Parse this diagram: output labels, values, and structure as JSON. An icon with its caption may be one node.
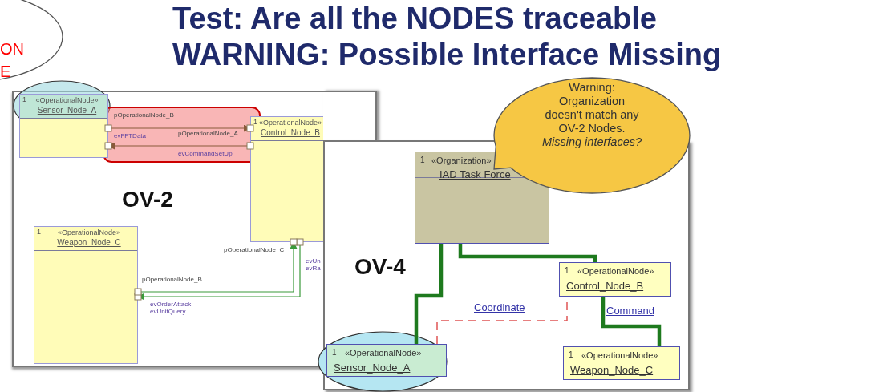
{
  "diagram": {
    "title": "Test: Are all the NODES traceable",
    "nodes": [
      {
        "text": [
          "ON",
          "E"
        ]
      },
      {
        "text": [
          "OV-2"
        ]
      },
      {
        "text": [
          "1",
          "«OperationalNode»",
          "Sensor_Node_A"
        ],
        "in": 1
      },
      {
        "text": [
          "1",
          "«OperationalNode»",
          "Control_Node_B"
        ],
        "in": 1
      },
      {
        "text": [
          "1",
          "«OperationalNode»",
          "Weapon_Node_C"
        ],
        "in": 1
      },
      {
        "text": [
          "OV-4"
        ]
      },
      {
        "text": [
          "1",
          "«Organization»",
          "IAD Task Force"
        ],
        "in": 5
      },
      {
        "text": [
          "1",
          "«OperationalNode»",
          "Control_Node_B"
        ],
        "in": 5
      },
      {
        "text": [
          "1",
          "«OperationalNode»",
          "Sensor_Node_A"
        ],
        "in": 5
      },
      {
        "text": [
          "1",
          "«OperationalNode»",
          "Weapon_Node_C"
        ],
        "in": 5
      },
      {
        "text": [
          "Warning: Organization doesn't match any OV-2 Nodes. *Missing interfaces?*"
        ]
      }
    ],
    "edges": [
      {
        "from": 2,
        "to": 3,
        "arrow": "to",
        "label": "evFFTData",
        "color": "#8a5a3a"
      },
      {
        "from": 3,
        "to": 2,
        "arrow": "to",
        "label": "evCommandSetUp",
        "color": "#8a5a3a"
      },
      {
        "from": 3,
        "to": 4,
        "arrow": "to",
        "label": "evOrderAttack, evUnitQuery",
        "color": "#3a9a3a"
      },
      {
        "from": 4,
        "to": 3,
        "arrow": "to",
        "label": "evUn evRa",
        "color": "#3a9a3a"
      },
      {
        "from": 6,
        "to": 8,
        "arrow": "none",
        "style": "thick",
        "color": "#1e7a1e"
      },
      {
        "from": 6,
        "to": 7,
        "arrow": "none",
        "style": "thick",
        "color": "#1e7a1e"
      },
      {
        "from": 7,
        "to": 9,
        "arrow": "none",
        "style": "thick",
        "color": "#1e7a1e",
        "label": "Command"
      },
      {
        "from": 8,
        "to": 7,
        "arrow": "none",
        "style": "dashed",
        "color": "#e05555",
        "label": "Coordinate"
      }
    ],
    "labels": [
      "WARNING: Possible Interface Missing",
      "pOperationalNode_B",
      "pOperationalNode_A",
      "pOperationalNode_C",
      "pOperationalNode_B"
    ]
  }
}
